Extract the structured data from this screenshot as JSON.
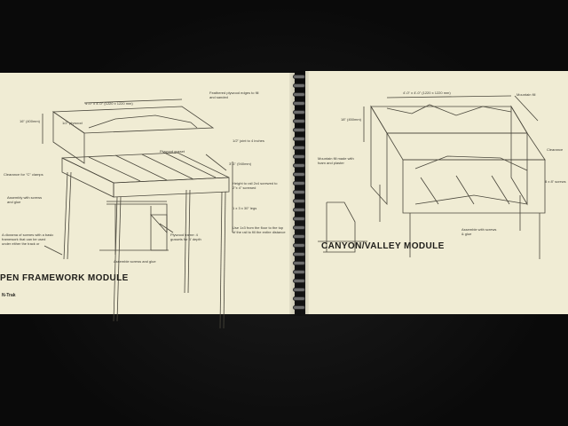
{
  "left_page": {
    "title": "PEN FRAMEWORK MODULE",
    "notes": {
      "top_dim": "4'-0\" x 4'-0\" (1220 x 1220 mm)",
      "plywood": "1/2\" plywood",
      "side_dim": "16\" (400mm)",
      "feather": "Feathered plywood edges to fill and sanded",
      "joint": "1/2\" joint to 4 inches",
      "riser": "Plywood gusset",
      "height": "3'-1\" (940mm)",
      "clamp": "Clearance for \"C\" clamps",
      "legs": "Assembly with screws and glue",
      "height_note": "Height to rail 2x4 screwed to 2\"x 4\" screwed",
      "lumber": "1 x 3 x 30\" legs",
      "frame": "Use 1x3 from the floor to the top of the rail to fill the entire distance",
      "plywood_frame": "Plywood frame: 4 gussets for 4' depth",
      "mid": "Assemble screws and glue"
    },
    "body_text": "A diorama of scenes with a basic framework that can be used under either the track or",
    "logo": "N-Trak"
  },
  "right_page": {
    "title": "CANYON/VALLEY MODULE",
    "notes": {
      "top_dim": "4'-0\" x 4'-0\" (1220 x 1220 mm)",
      "side_dim": "18\" (450mm)",
      "mountain": "Mountain fill",
      "callout": "Mountain fill made with foam and plaster",
      "assembly": "Assemble with screws & glue",
      "edge": "Clearance",
      "depth": "8 x 8\" screws"
    }
  },
  "colors": {
    "paper": "#f0ecd4",
    "ink": "#3b3a33",
    "background": "#0b0b0b"
  }
}
